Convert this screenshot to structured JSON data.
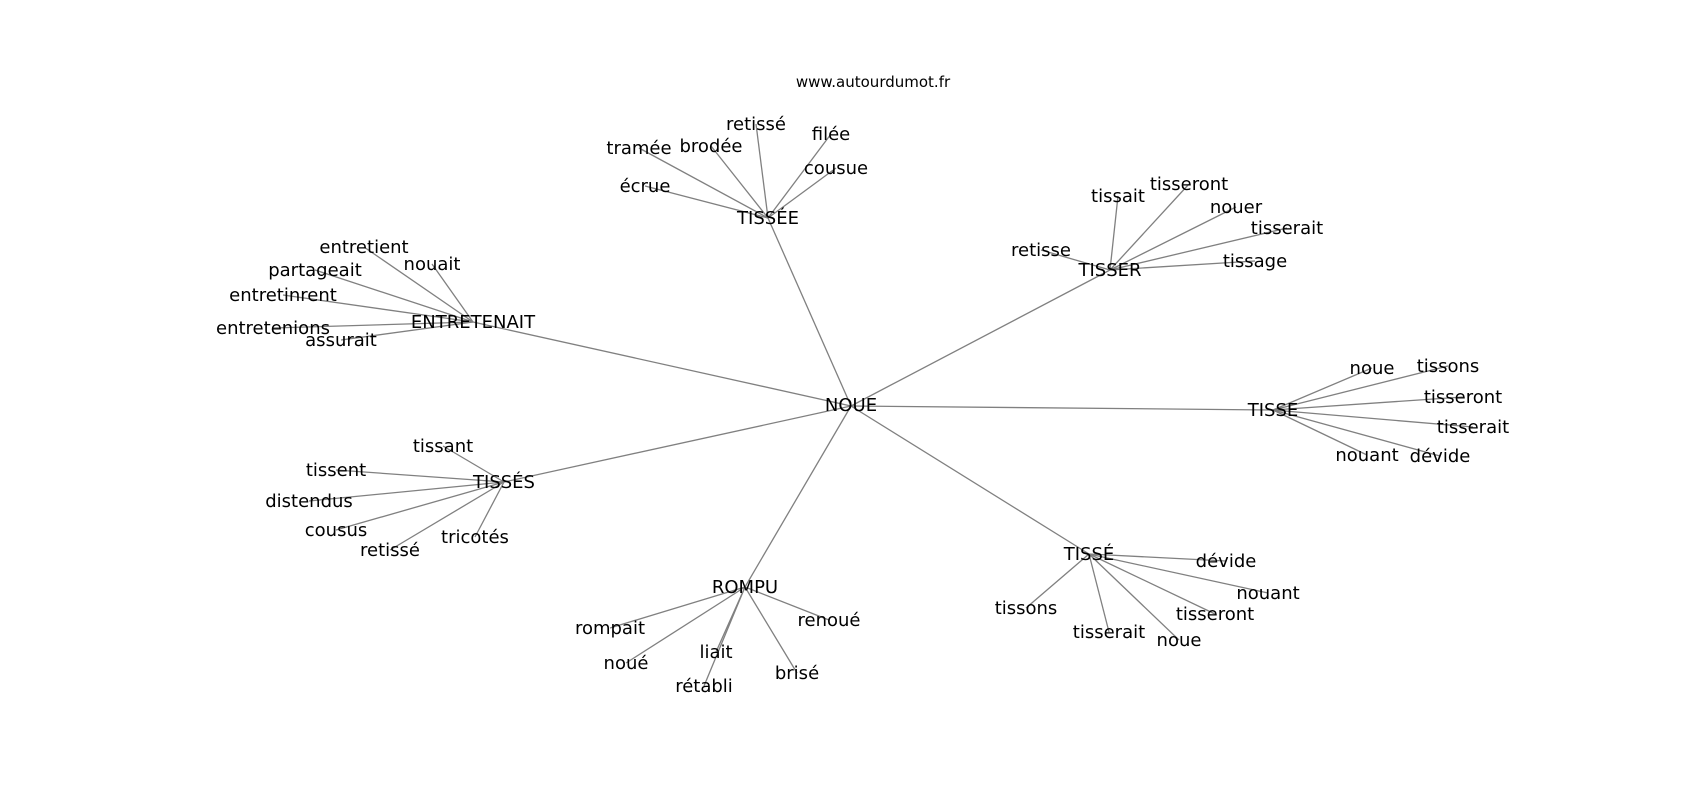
{
  "site": "www.autourdumot.fr",
  "center": "NOUE",
  "groups": [
    {
      "hub": "TISSÉE",
      "words": [
        "retissé",
        "filée",
        "tramée",
        "brodée",
        "cousue",
        "écrue"
      ]
    },
    {
      "hub": "TISSER",
      "words": [
        "tissait",
        "tisseront",
        "nouer",
        "tisserait",
        "retisse",
        "tissage"
      ]
    },
    {
      "hub": "ENTRETENAIT",
      "words": [
        "entretient",
        "partageait",
        "nouait",
        "entretinrent",
        "entretenions",
        "assurait"
      ]
    },
    {
      "hub": "TISSE",
      "words": [
        "noue",
        "tissons",
        "tisseront",
        "tisserait",
        "nouant",
        "dévide"
      ]
    },
    {
      "hub": "TISSÉS",
      "words": [
        "tissant",
        "tissent",
        "distendus",
        "cousus",
        "tricotés",
        "retissé"
      ]
    },
    {
      "hub": "TISSÉ",
      "words": [
        "dévide",
        "nouant",
        "tisseront",
        "tissons",
        "tisserait",
        "noue"
      ]
    },
    {
      "hub": "ROMPU",
      "words": [
        "renoué",
        "rompait",
        "liait",
        "noué",
        "brisé",
        "rétabli"
      ]
    }
  ],
  "colors": {
    "edge": "#808080",
    "text": "#000000",
    "background": "#ffffff"
  }
}
